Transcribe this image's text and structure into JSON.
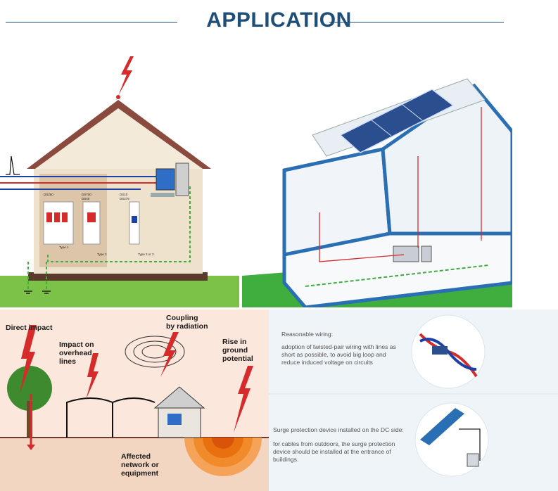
{
  "header": {
    "title": "APPLICATION"
  },
  "panel1": {
    "breakers": [
      {
        "code": "DS250",
        "sub": ""
      },
      {
        "code": "DS700",
        "sub": "DS40"
      },
      {
        "code": "DS10",
        "sub": "DS275"
      }
    ],
    "type_labels": [
      "Type 1",
      "Type 2",
      "Type 2 or 3"
    ],
    "icons": [
      "lightning-icon",
      "computer-icon",
      "ground-icon"
    ]
  },
  "panel2": {
    "icons": [
      "solar-panel-icon",
      "distribution-box-icon",
      "inverter-icon"
    ]
  },
  "panel3": {
    "labels": {
      "direct_impact": "Direct impact",
      "overhead": "Impact on overhead lines",
      "coupling": "Coupling by radiation",
      "rise": "Rise in ground potential",
      "affected": "Affected network or equipment"
    }
  },
  "panel4": {
    "wiring_title": "Reasonable wiring:",
    "wiring_text": "adoption of twisted-pair wiring with lines as short as possible, to avoid big loop and reduce induced voltage on circuits",
    "dc_title": "Surge protection device installed on the DC side:",
    "dc_text": "for cables from outdoors, the surge protection device should be installed at the entrance of buildings."
  },
  "colors": {
    "accent": "#1e4f78",
    "wire_red": "#d62b2b",
    "wire_blue": "#1c3fa8",
    "ground_green": "#3fae3f"
  }
}
